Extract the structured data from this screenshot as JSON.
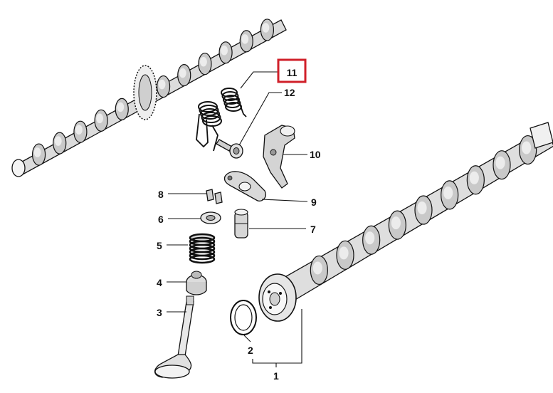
{
  "callouts": {
    "c1": "1",
    "c2": "2",
    "c3": "3",
    "c4": "4",
    "c5": "5",
    "c6": "6",
    "c7": "7",
    "c8": "8",
    "c9": "9",
    "c10": "10",
    "c11": "11",
    "c12": "12"
  },
  "highlight": {
    "part": "11",
    "color": "#d0202a"
  }
}
